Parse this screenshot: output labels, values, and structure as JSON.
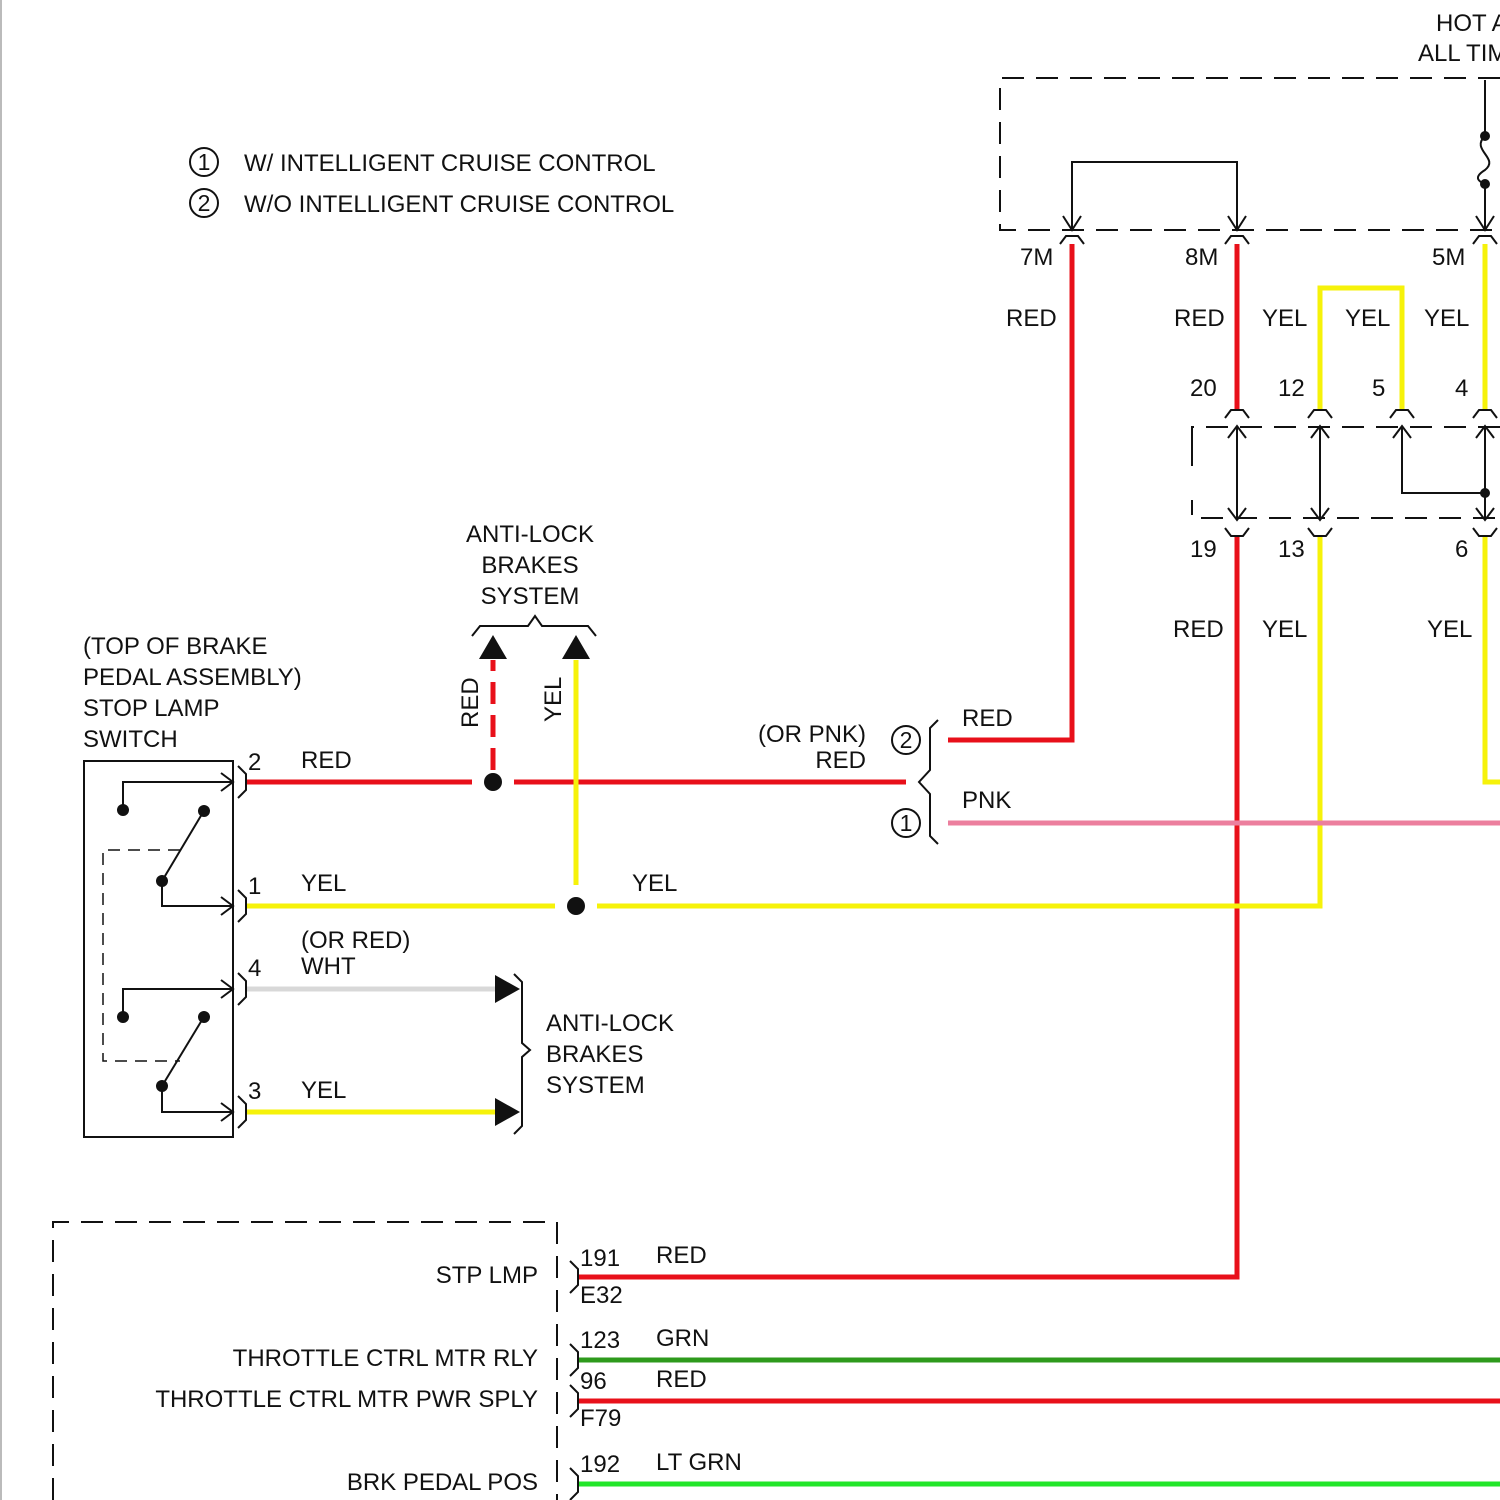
{
  "legend": [
    {
      "num": "1",
      "text": "W/ INTELLIGENT CRUISE CONTROL"
    },
    {
      "num": "2",
      "text": "W/O INTELLIGENT CRUISE CONTROL"
    }
  ],
  "hot_label": {
    "line1": "HOT A",
    "line2": "ALL TIM"
  },
  "fuse_block": {
    "pins": {
      "p7m": "7M",
      "p8m": "8M",
      "p5m": "5M"
    },
    "wire_labels": {
      "red_7m": "RED",
      "red_8m": "RED",
      "yel_a": "YEL",
      "yel_b": "YEL",
      "yel_5m": "YEL"
    }
  },
  "connector": {
    "top_pins": {
      "p20": "20",
      "p12": "12",
      "p5": "5",
      "p4": "4"
    },
    "bottom_pins": {
      "p19": "19",
      "p13": "13",
      "p6": "6"
    },
    "wire_labels": {
      "red": "RED",
      "yel_13": "YEL",
      "yel_6": "YEL"
    }
  },
  "abs_top": {
    "line1": "ANTI-LOCK",
    "line2": "BRAKES",
    "line3": "SYSTEM",
    "red": "RED",
    "yel": "YEL"
  },
  "switch": {
    "title": [
      "(TOP OF BRAKE",
      "PEDAL ASSEMBLY)",
      "STOP LAMP",
      "SWITCH"
    ],
    "pins": {
      "p2": "2",
      "p1": "1",
      "p4": "4",
      "p3": "3"
    },
    "wire_labels": {
      "red": "RED",
      "yel1": "YEL",
      "yel_mid": "YEL",
      "or_red": "(OR RED)",
      "wht": "WHT",
      "yel3": "YEL"
    }
  },
  "abs_bottom": {
    "line1": "ANTI-LOCK",
    "line2": "BRAKES",
    "line3": "SYSTEM"
  },
  "option_branch": {
    "or_pnk": "(OR PNK)",
    "red_left": "RED",
    "opt2": "2",
    "opt2_wire": "RED",
    "opt1": "1",
    "opt1_wire": "PNK"
  },
  "ecm": {
    "rows": [
      {
        "label": "STP LMP",
        "pin": "191",
        "conn": "E32",
        "wire": "RED"
      },
      {
        "label": "THROTTLE CTRL MTR RLY",
        "pin": "123",
        "conn": "",
        "wire": "GRN"
      },
      {
        "label": "THROTTLE CTRL MTR PWR SPLY",
        "pin": "96",
        "conn": "F79",
        "wire": "RED"
      },
      {
        "label": "BRK PEDAL POS",
        "pin": "192",
        "conn": "",
        "wire": "LT GRN"
      }
    ]
  },
  "colors": {
    "red": "#e8101a",
    "yellow": "#f6f20a",
    "pink": "#ec7f9e",
    "green": "#2e9a1c",
    "lt_green": "#22e62a",
    "white_wire": "#d8d8d8"
  }
}
